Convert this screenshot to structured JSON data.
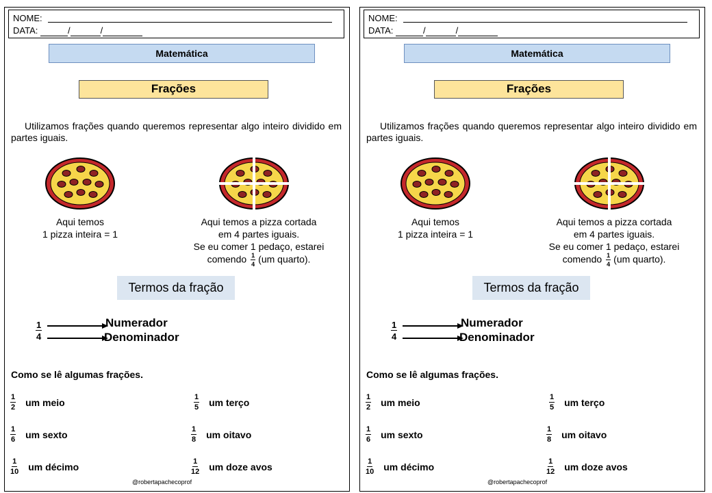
{
  "header": {
    "name_label": "NOME:",
    "date_label": "DATA:"
  },
  "subject": "Matemática",
  "topic": "Frações",
  "intro_text": "Utilizamos frações quando queremos representar algo inteiro dividido em partes iguais.",
  "caption_whole": {
    "line1": "Aqui temos",
    "line2": "1 pizza inteira  = 1"
  },
  "caption_sliced": {
    "line1": "Aqui temos a pizza cortada",
    "line2": "em 4 partes iguais.",
    "line3": "Se eu comer 1 pedaço, estarei",
    "line4_before": "comendo",
    "fraction": {
      "num": "1",
      "den": "4"
    },
    "line4_after": "(um quarto)."
  },
  "terms_title": "Termos da fração",
  "terms": {
    "fraction": {
      "num": "1",
      "den": "4"
    },
    "numerator_label": "Numerador",
    "denominator_label": "Denominador"
  },
  "reading_title": "Como se lê algumas frações.",
  "readings": [
    {
      "num": "1",
      "den": "2",
      "text": "um meio"
    },
    {
      "num": "1",
      "den": "5",
      "text": "um terço"
    },
    {
      "num": "1",
      "den": "6",
      "text": "um sexto"
    },
    {
      "num": "1",
      "den": "8",
      "text": "um oitavo"
    },
    {
      "num": "1",
      "den": "10",
      "text": "um décimo"
    },
    {
      "num": "1",
      "den": "12",
      "text": "um doze avos"
    }
  ],
  "credit": "@robertapachecoprof",
  "colors": {
    "subject_fill": "#c5daf1",
    "topic_fill": "#fde49b",
    "terms_fill": "#dce6f1",
    "pizza_crust": "#c4282b",
    "pizza_cheese": "#f6d64a",
    "pepperoni": "#8e2323"
  }
}
